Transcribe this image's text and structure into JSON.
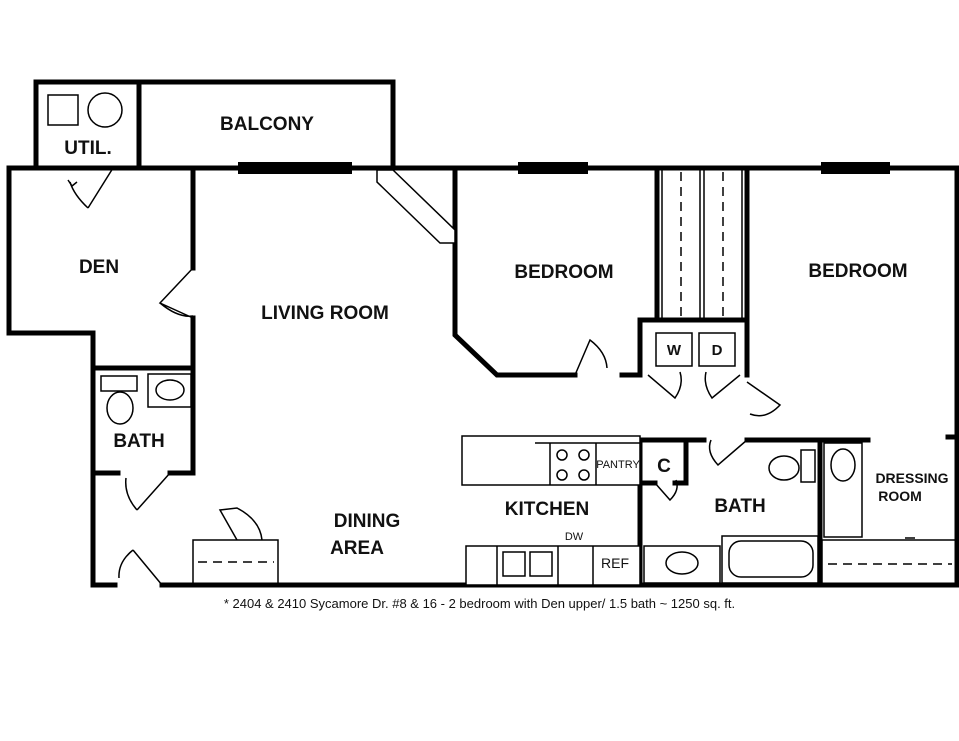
{
  "rooms": {
    "util": "UTIL.",
    "balcony": "BALCONY",
    "den": "DEN",
    "living_room": "LIVING ROOM",
    "bedroom_left": "BEDROOM",
    "bedroom_right": "BEDROOM",
    "bath_left": "BATH",
    "bath_right": "BATH",
    "kitchen": "KITCHEN",
    "dining_area_line1": "DINING",
    "dining_area_line2": "AREA",
    "dressing_room_line1": "DRESSING",
    "dressing_room_line2": "ROOM"
  },
  "fixtures": {
    "washer": "W",
    "dryer": "D",
    "closet": "C",
    "pantry": "PANTRY",
    "dishwasher": "DW",
    "refrigerator": "REF"
  },
  "caption": "* 2404 & 2410 Sycamore Dr. #8  & 16  - 2 bedroom with Den upper/ 1.5 bath ~ 1250 sq. ft."
}
